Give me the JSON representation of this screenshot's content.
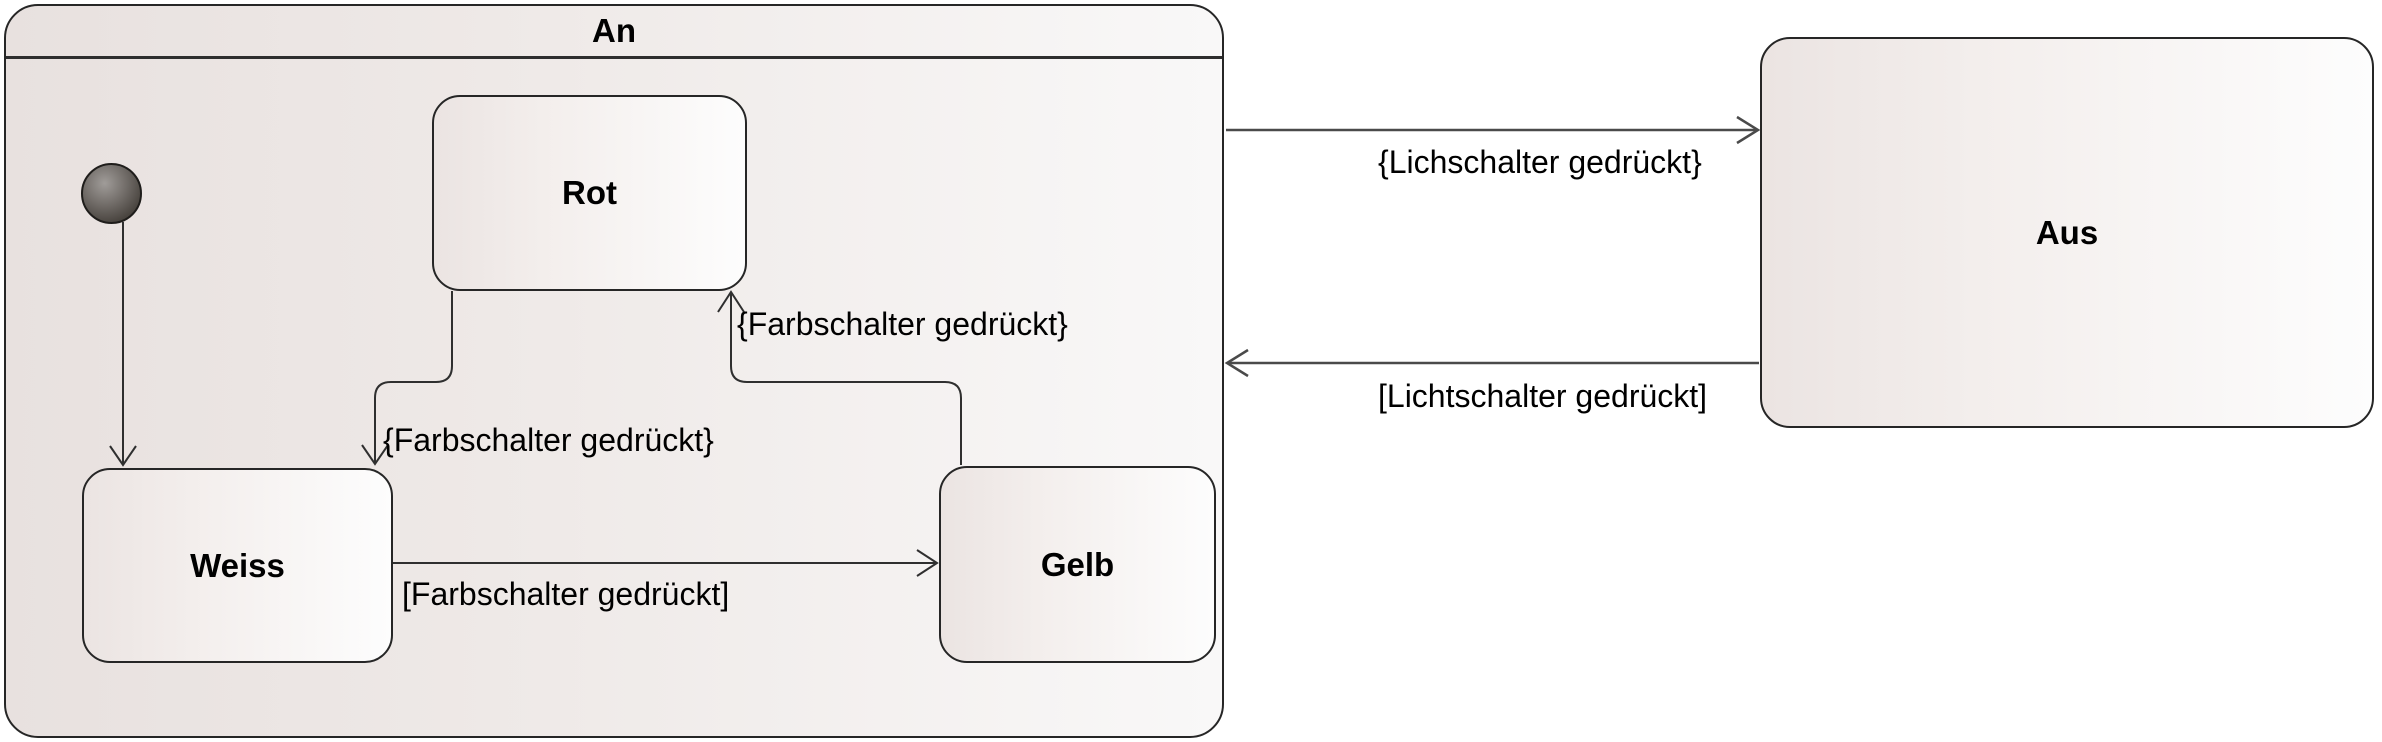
{
  "diagram": {
    "type": "uml-state-machine",
    "composite_state": {
      "name": "An",
      "substates": [
        "Rot",
        "Weiss",
        "Gelb"
      ]
    },
    "top_states": [
      "Aus"
    ],
    "transitions": [
      {
        "from": "initial",
        "to": "Weiss",
        "label": ""
      },
      {
        "from": "Gelb",
        "to": "Rot",
        "label": "{Farbschalter gedrückt}"
      },
      {
        "from": "Rot",
        "to": "Weiss",
        "label": "{Farbschalter gedrückt}"
      },
      {
        "from": "Weiss",
        "to": "Gelb",
        "label": "[Farbschalter gedrückt]"
      },
      {
        "from": "An",
        "to": "Aus",
        "label": "{Lichschalter gedrückt}"
      },
      {
        "from": "Aus",
        "to": "An",
        "label": "[Lichtschalter gedrückt]"
      }
    ],
    "colors": {
      "background": "#ffffff",
      "fill_dark": "#e8e1df",
      "fill_light": "#fdfdfd",
      "border": "#262626",
      "connector": "#3a3a3a",
      "connector_outer": "#4a4a4a",
      "text": "#000000",
      "initial_node_dark": "#332f2c",
      "initial_node_light": "#a09c99"
    }
  }
}
